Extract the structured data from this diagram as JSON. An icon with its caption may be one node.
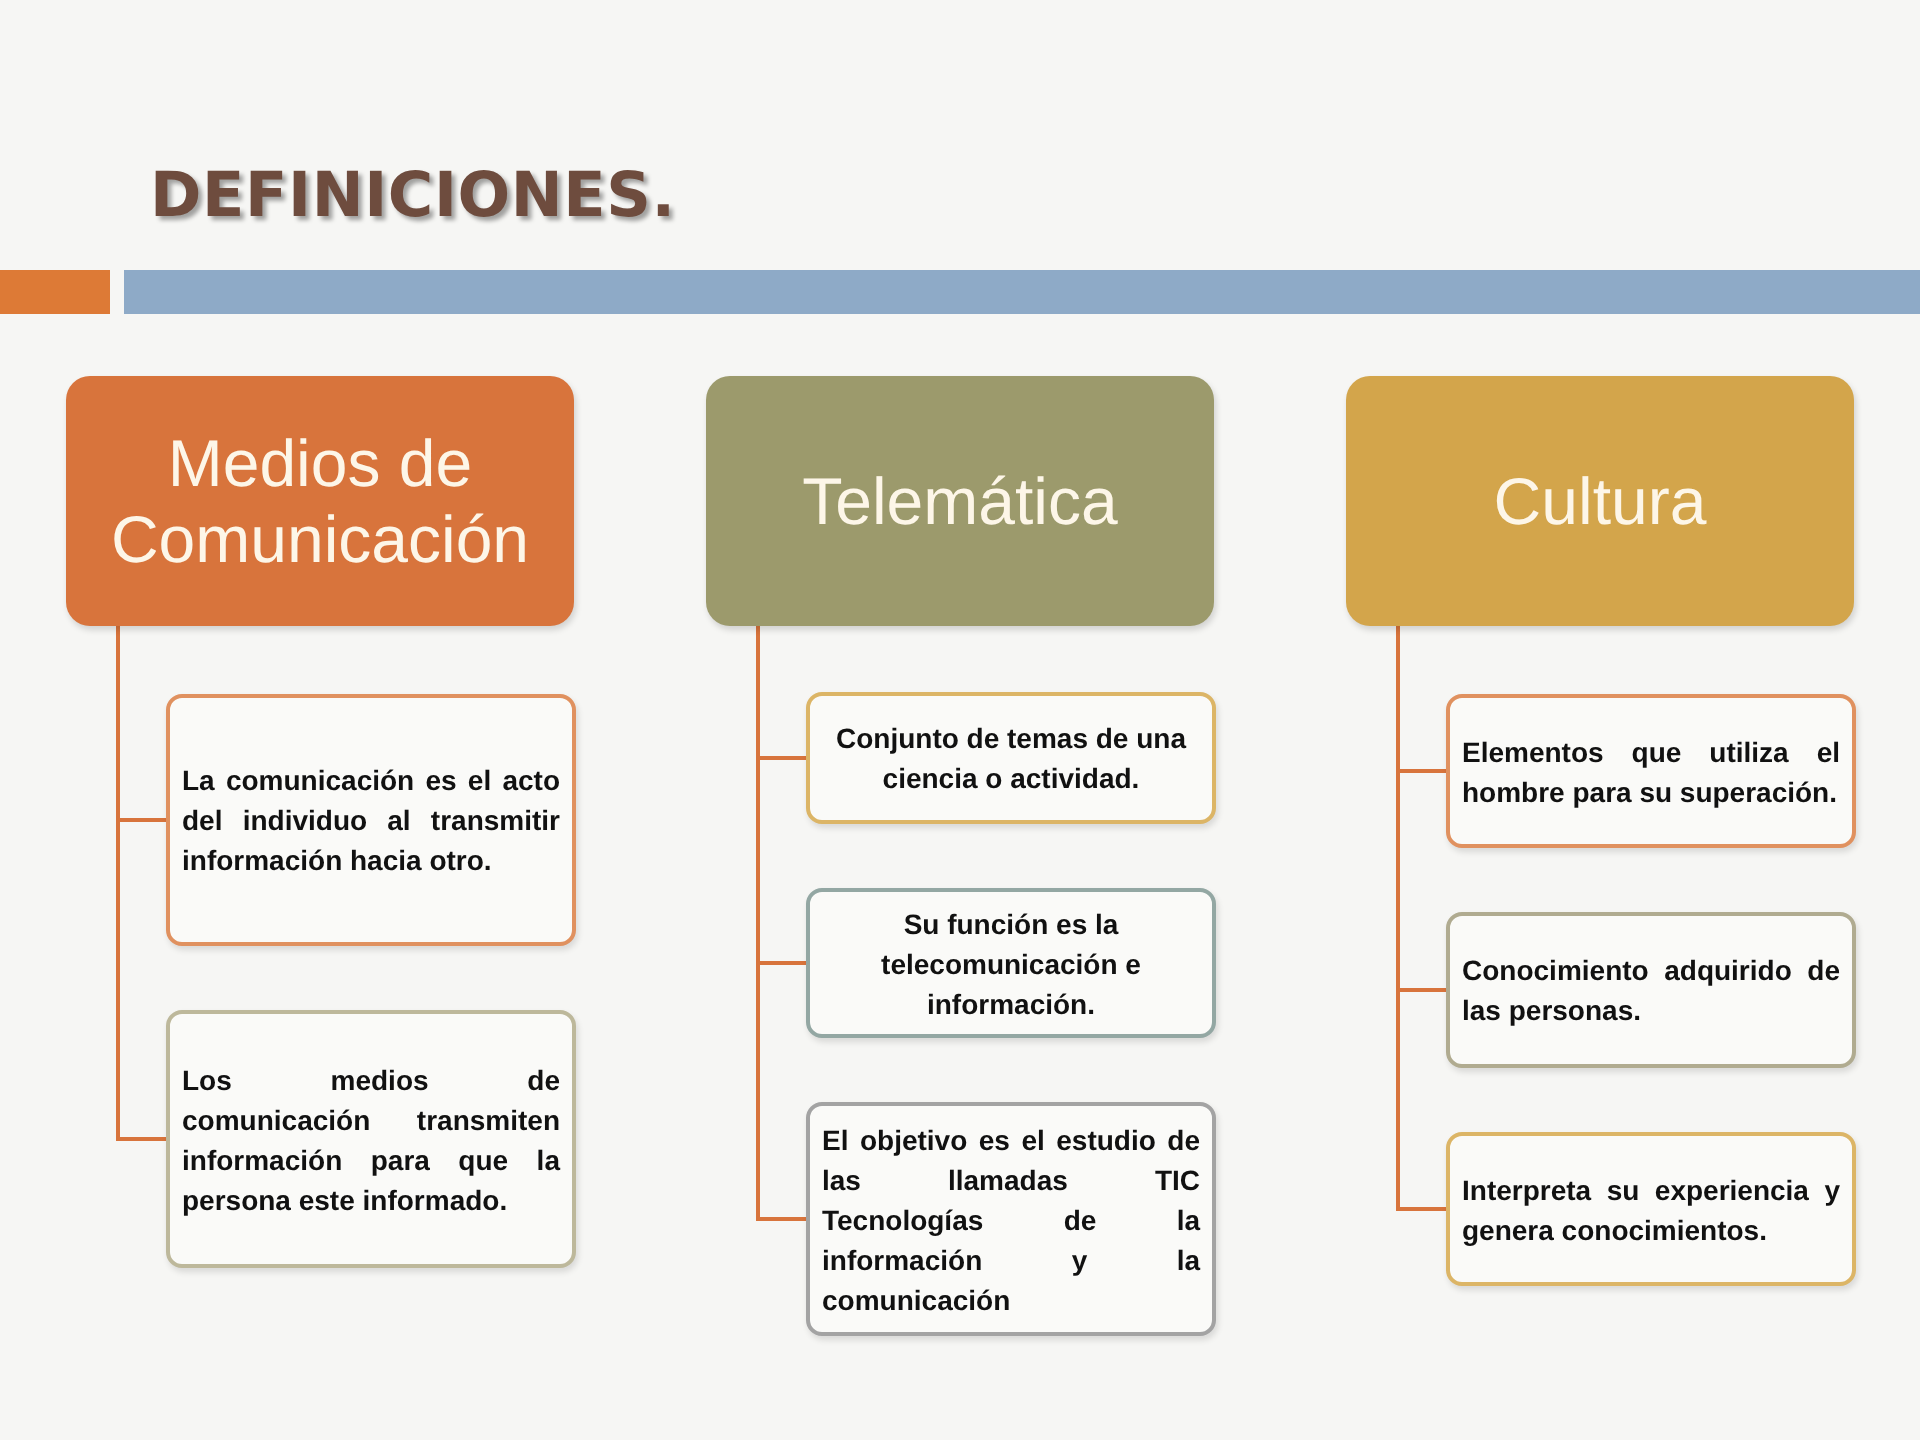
{
  "diagram": {
    "title": "DEFINICIONES.",
    "nodes": [
      {
        "text": [
          "Medios de Comunicación"
        ]
      },
      {
        "text": [
          "La comunicación es el acto del individuo al transmitir información hacia otro."
        ]
      },
      {
        "text": [
          "Los medios de comunicación transmiten información para que la persona este informado."
        ]
      },
      {
        "text": [
          "Telemática"
        ]
      },
      {
        "text": [
          "Conjunto de temas de una ciencia o actividad."
        ]
      },
      {
        "text": [
          "Su función es la telecomunicación e información."
        ]
      },
      {
        "text": [
          "El objetivo es el estudio de las llamadas TIC Tecnologías de la información y la comunicación"
        ]
      },
      {
        "text": [
          "Cultura"
        ]
      },
      {
        "text": [
          "Elementos que utiliza el hombre para su superación."
        ]
      },
      {
        "text": [
          "Conocimiento adquirido de las personas."
        ]
      },
      {
        "text": [
          "Interpreta su experiencia y genera conocimientos."
        ]
      }
    ],
    "edges": [
      {
        "from": 0,
        "to": 1,
        "arrow": "none"
      },
      {
        "from": 0,
        "to": 2,
        "arrow": "none"
      },
      {
        "from": 3,
        "to": 4,
        "arrow": "none"
      },
      {
        "from": 3,
        "to": 5,
        "arrow": "none"
      },
      {
        "from": 3,
        "to": 6,
        "arrow": "none"
      },
      {
        "from": 7,
        "to": 8,
        "arrow": "none"
      },
      {
        "from": 7,
        "to": 9,
        "arrow": "none"
      },
      {
        "from": 7,
        "to": 10,
        "arrow": "none"
      }
    ]
  }
}
